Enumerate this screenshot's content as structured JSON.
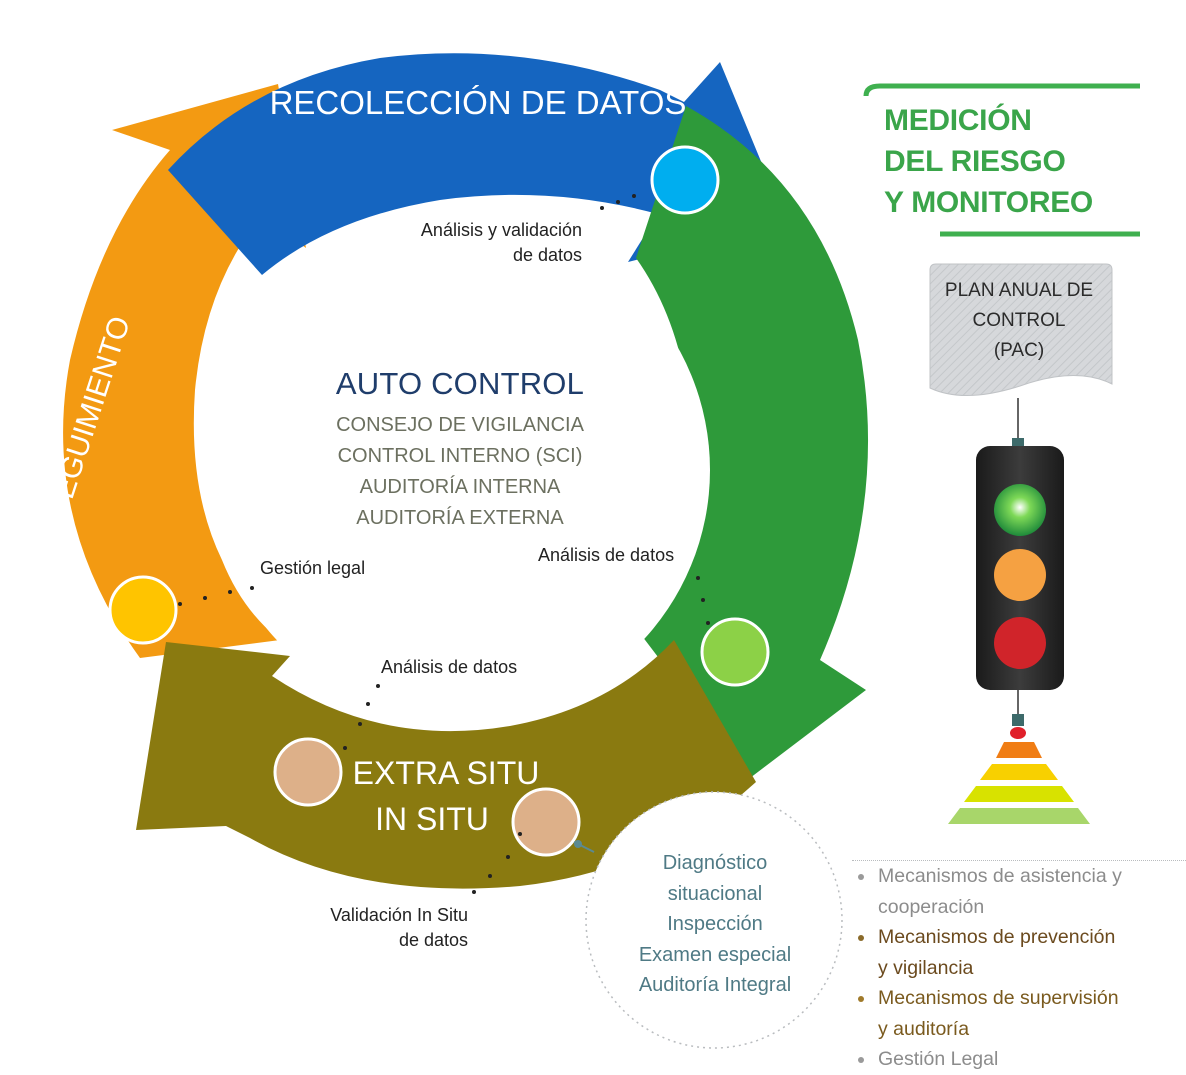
{
  "cycle": {
    "top_arrow": "RECOLECCIÓN DE DATOS",
    "left_arrow": "SEGUIMIENTO",
    "bottom_arrow": [
      "EXTRA SITU",
      "IN SITU"
    ]
  },
  "center": {
    "title": "AUTO CONTROL",
    "items": [
      "CONSEJO DE VIGILANCIA",
      "CONTROL INTERNO (SCI)",
      "AUDITORÍA INTERNA",
      "AUDITORÍA EXTERNA"
    ]
  },
  "labels": {
    "analisis_validacion": [
      "Análisis y validación",
      "de datos"
    ],
    "analisis_datos_right": "Análisis de datos",
    "gestion_legal": "Gestión legal",
    "analisis_datos_bottom": "Análisis de datos",
    "validacion_in_situ": [
      "Validación In Situ",
      "de datos"
    ]
  },
  "side": {
    "title": [
      "MEDICIÓN",
      "DEL RIESGO",
      "Y MONITOREO"
    ],
    "pac": [
      "PLAN ANUAL DE",
      "CONTROL",
      "(PAC)"
    ]
  },
  "bubble": [
    "Diagnóstico",
    "situacional",
    "Inspección",
    "Examen especial",
    "Auditoría Integral"
  ],
  "legend": [
    {
      "text": [
        "Mecanismos de asistencia y",
        "cooperación"
      ],
      "color": "#8c8c8c",
      "dot": "#9a9a9a"
    },
    {
      "text": [
        "Mecanismos de prevención",
        "y vigilancia"
      ],
      "color": "#6b4a1e",
      "dot": "#8a6a2a"
    },
    {
      "text": [
        "Mecanismos de supervisión",
        "y auditoría"
      ],
      "color": "#7a5a1e",
      "dot": "#a07a2a"
    },
    {
      "text": [
        "Gestión Legal"
      ],
      "color": "#8c8c8c",
      "dot": "#9a9a9a"
    }
  ],
  "colors": {
    "blue": "#1565c0",
    "green": "#2e9a3a",
    "olive": "#8a7a10",
    "orange": "#f39a12",
    "title_green": "#3aa54a",
    "navy": "#1f3d6b"
  },
  "icons": [
    "traffic-light-icon",
    "pyramid-icon"
  ]
}
